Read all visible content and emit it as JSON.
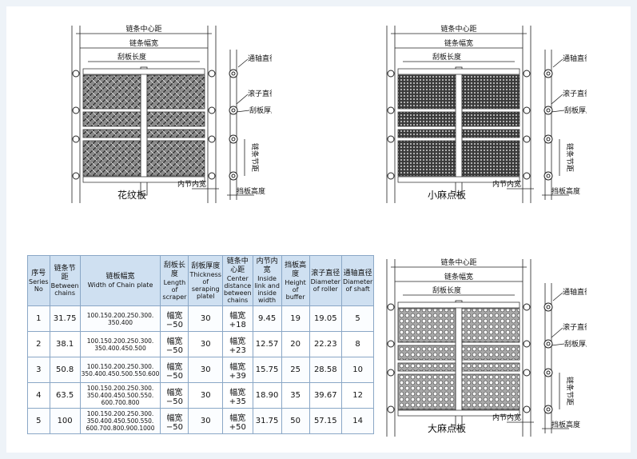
{
  "drawings": [
    {
      "caption": "花纹板",
      "labels": {
        "center_distance": "链条中心距",
        "chain_width": "链条幅宽",
        "scraper_length": "刮板长度",
        "shaft_diameter": "通轴直径",
        "roller_diameter": "滚子直径",
        "plate_thickness": "刮板厚度",
        "pitch": "链条节距",
        "inner_width": "内节内宽",
        "baffle_height": "挡板高度"
      },
      "texture": "pattern-plate"
    },
    {
      "caption": "小麻点板",
      "labels": {
        "center_distance": "链条中心距",
        "chain_width": "链条幅宽",
        "scraper_length": "刮板长度",
        "shaft_diameter": "通轴直径",
        "roller_diameter": "滚子直径",
        "plate_thickness": "刮板厚度",
        "pitch": "链条节距",
        "inner_width": "内节内宽",
        "baffle_height": "挡板高度"
      },
      "texture": "small-dot-plate"
    },
    {
      "caption": "大麻点板",
      "labels": {
        "center_distance": "链条中心距",
        "chain_width": "链条幅宽",
        "scraper_length": "刮板长度",
        "shaft_diameter": "通轴直径",
        "roller_diameter": "滚子直径",
        "plate_thickness": "刮板厚度",
        "pitch": "链条节距",
        "inner_width": "内节内宽",
        "baffle_height": "挡板高度"
      },
      "texture": "large-dot-plate"
    }
  ],
  "table": {
    "headers": [
      {
        "zh": "序号",
        "en": "Series No"
      },
      {
        "zh": "链条节距",
        "en": "Between chains"
      },
      {
        "zh": "链板幅宽",
        "en": "Width of Chain plate"
      },
      {
        "zh": "刮板长度",
        "en": "Length of scraper"
      },
      {
        "zh": "刮板厚度",
        "en": "Thickness of seraping platel"
      },
      {
        "zh": "链条中心距",
        "en": "Center distance between chains"
      },
      {
        "zh": "内节内宽",
        "en": "Inside link and inside width"
      },
      {
        "zh": "挡板高度",
        "en": "Height of buffer"
      },
      {
        "zh": "滚子直径",
        "en": "Diameter of roller"
      },
      {
        "zh": "通轴直径",
        "en": "Diameter of shaft"
      }
    ],
    "rows": [
      [
        "1",
        "31.75",
        "100.150.200.250.300.\n350.400",
        "幅宽−50",
        "30",
        "幅宽+18",
        "9.45",
        "19",
        "19.05",
        "5"
      ],
      [
        "2",
        "38.1",
        "100.150.200.250.300.\n350.400.450.500",
        "幅宽−50",
        "30",
        "幅宽+23",
        "12.57",
        "20",
        "22.23",
        "8"
      ],
      [
        "3",
        "50.8",
        "100.150.200.250.300.\n350.400.450.500.550.600",
        "幅宽−50",
        "30",
        "幅宽+39",
        "15.75",
        "25",
        "28.58",
        "10"
      ],
      [
        "4",
        "63.5",
        "100.150.200.250.300.\n350.400.450.500.550.\n600.700.800",
        "幅宽−50",
        "30",
        "幅宽+35",
        "18.90",
        "35",
        "39.67",
        "12"
      ],
      [
        "5",
        "100",
        "100.150.200.250.300.\n350.400.450.500.550.\n600.700.800.900.1000",
        "幅宽−50",
        "30",
        "幅宽+50",
        "31.75",
        "50",
        "57.15",
        "14"
      ]
    ]
  },
  "colors": {
    "header_bg": "#cfe0f1",
    "border": "#8aa7c6",
    "page_bg": "#eef3f8"
  }
}
